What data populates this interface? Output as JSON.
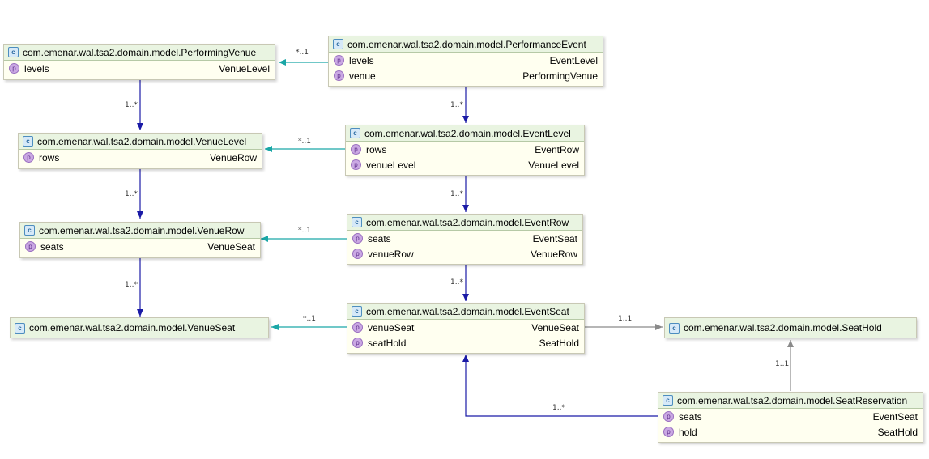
{
  "nodes": {
    "performing_venue": {
      "name": "com.emenar.wal.tsa2.domain.model.PerformingVenue",
      "props": [
        {
          "name": "levels",
          "type": "VenueLevel"
        }
      ]
    },
    "performance_event": {
      "name": "com.emenar.wal.tsa2.domain.model.PerformanceEvent",
      "props": [
        {
          "name": "levels",
          "type": "EventLevel"
        },
        {
          "name": "venue",
          "type": "PerformingVenue"
        }
      ]
    },
    "venue_level": {
      "name": "com.emenar.wal.tsa2.domain.model.VenueLevel",
      "props": [
        {
          "name": "rows",
          "type": "VenueRow"
        }
      ]
    },
    "event_level": {
      "name": "com.emenar.wal.tsa2.domain.model.EventLevel",
      "props": [
        {
          "name": "rows",
          "type": "EventRow"
        },
        {
          "name": "venueLevel",
          "type": "VenueLevel"
        }
      ]
    },
    "venue_row": {
      "name": "com.emenar.wal.tsa2.domain.model.VenueRow",
      "props": [
        {
          "name": "seats",
          "type": "VenueSeat"
        }
      ]
    },
    "event_row": {
      "name": "com.emenar.wal.tsa2.domain.model.EventRow",
      "props": [
        {
          "name": "seats",
          "type": "EventSeat"
        },
        {
          "name": "venueRow",
          "type": "VenueRow"
        }
      ]
    },
    "venue_seat": {
      "name": "com.emenar.wal.tsa2.domain.model.VenueSeat",
      "props": []
    },
    "event_seat": {
      "name": "com.emenar.wal.tsa2.domain.model.EventSeat",
      "props": [
        {
          "name": "venueSeat",
          "type": "VenueSeat"
        },
        {
          "name": "seatHold",
          "type": "SeatHold"
        }
      ]
    },
    "seat_hold": {
      "name": "com.emenar.wal.tsa2.domain.model.SeatHold",
      "props": []
    },
    "seat_reservation": {
      "name": "com.emenar.wal.tsa2.domain.model.SeatReservation",
      "props": [
        {
          "name": "seats",
          "type": "EventSeat"
        },
        {
          "name": "hold",
          "type": "SeatHold"
        }
      ]
    }
  },
  "icons": {
    "class": "c",
    "property": "p"
  },
  "multiplicities": {
    "event_to_venue": "*..1",
    "venue_to_level": "1..*",
    "event_to_level": "1..*",
    "eventlevel_to_venuelevel": "*..1",
    "venuelevel_to_row": "1..*",
    "eventlevel_to_row": "1..*",
    "eventrow_to_venuerow": "*..1",
    "venuerow_to_seat": "1..*",
    "eventrow_to_seat": "1..*",
    "eventseat_to_venueseat": "*..1",
    "eventseat_to_hold": "1..1",
    "reservation_to_hold": "1..1",
    "reservation_to_seats": "1..*"
  },
  "colors": {
    "composition": "#1a1aa6",
    "reference": "#1aa6a6",
    "dependency": "#8a8a8a"
  }
}
